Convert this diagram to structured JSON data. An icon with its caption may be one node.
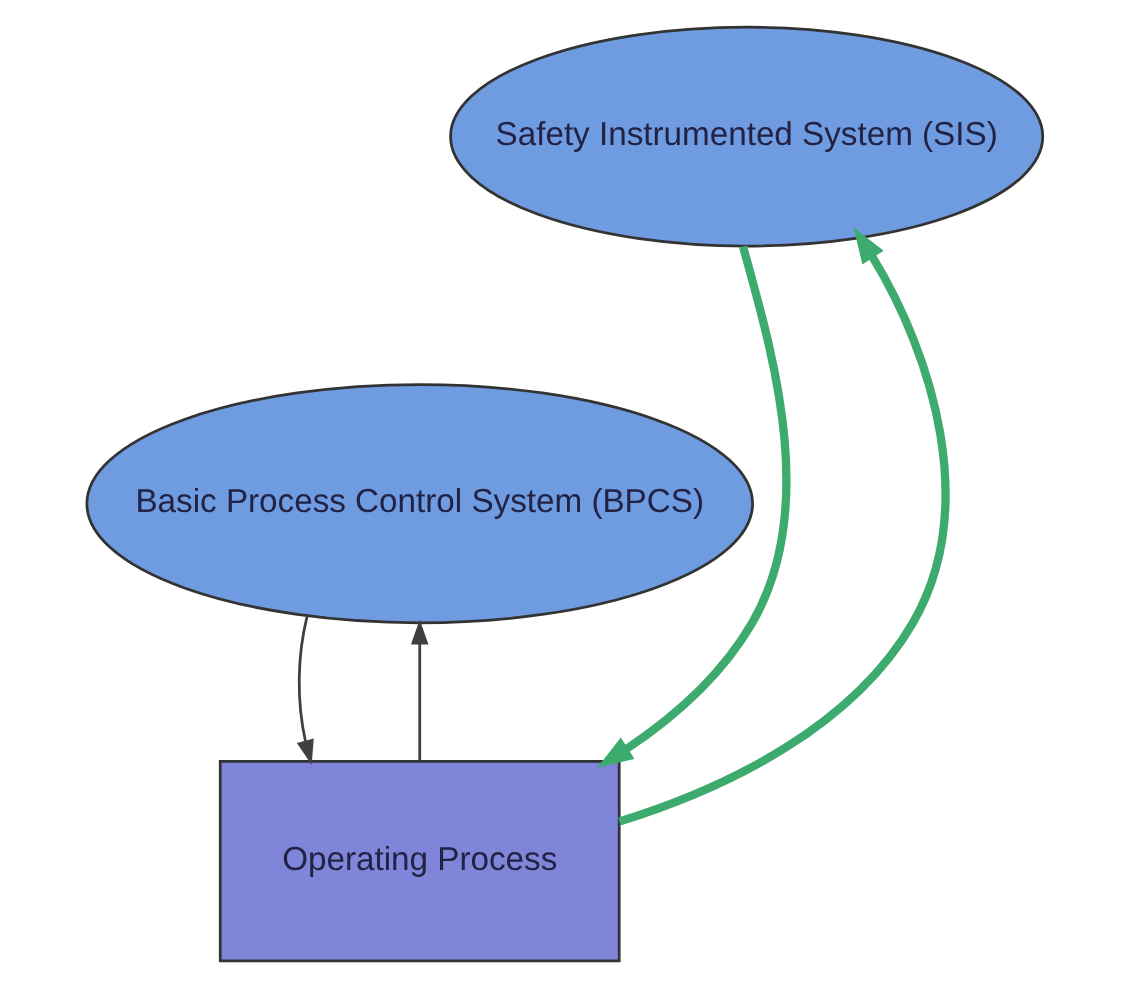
{
  "diagram": {
    "nodes": [
      {
        "text": [
          "Safety Instrumented System (SIS)"
        ]
      },
      {
        "text": [
          "Basic Process Control System (BPCS)"
        ]
      },
      {
        "text": [
          "Operating Process"
        ]
      }
    ],
    "edges": [
      {
        "from": 2,
        "to": 0,
        "arrow": "to",
        "style": "thick",
        "color": "#3daa6e"
      },
      {
        "from": 0,
        "to": 2,
        "arrow": "to",
        "style": "thick",
        "color": "#3daa6e"
      },
      {
        "from": 2,
        "to": 1,
        "arrow": "to",
        "color": "#404040"
      },
      {
        "from": 1,
        "to": 2,
        "arrow": "to",
        "color": "#404040"
      }
    ]
  }
}
